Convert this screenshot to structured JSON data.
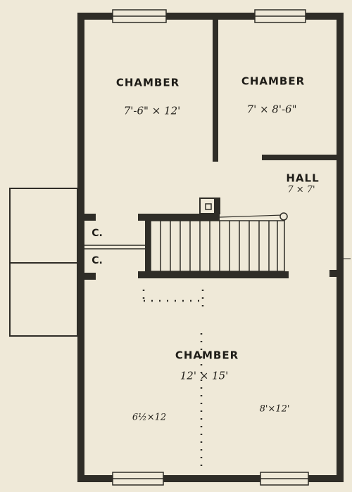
{
  "plan": {
    "rooms": [
      {
        "name": "CHAMBER",
        "dimensions": "7'-6\" × 12'"
      },
      {
        "name": "CHAMBER",
        "dimensions": "7' × 8'-6\""
      },
      {
        "name": "HALL",
        "dimensions": "7 × 7'"
      },
      {
        "name": "CHAMBER",
        "dimensions": "12' × 15'"
      }
    ],
    "closets": [
      "C.",
      "C."
    ],
    "sub_dimensions": [
      "6½×12",
      "8'×12'"
    ]
  },
  "colors": {
    "paper": "#efe9d8",
    "ink": "#2a2822"
  }
}
